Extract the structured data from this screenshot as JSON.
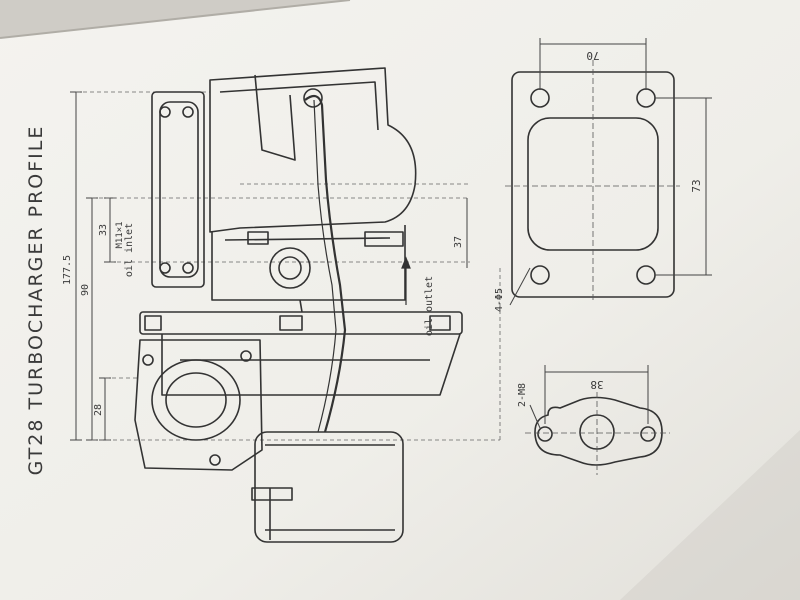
{
  "title": "GT28 TURBOCHARGER PROFILE",
  "labels": {
    "oil_inlet": "oil inlet",
    "oil_outlet": "oil outlet",
    "thread": "M11×1"
  },
  "dimensions": {
    "d177": "177.5",
    "d90": "90",
    "d33": "33",
    "d28": "28",
    "d37": "37",
    "d70": "70",
    "d73": "73",
    "d38": "38",
    "holes4": "4-Φ5",
    "holes2": "2-M8"
  },
  "colors": {
    "paper": "#f1f0ec",
    "ink": "#3c3c3c",
    "shadow": "#bdbab3"
  }
}
